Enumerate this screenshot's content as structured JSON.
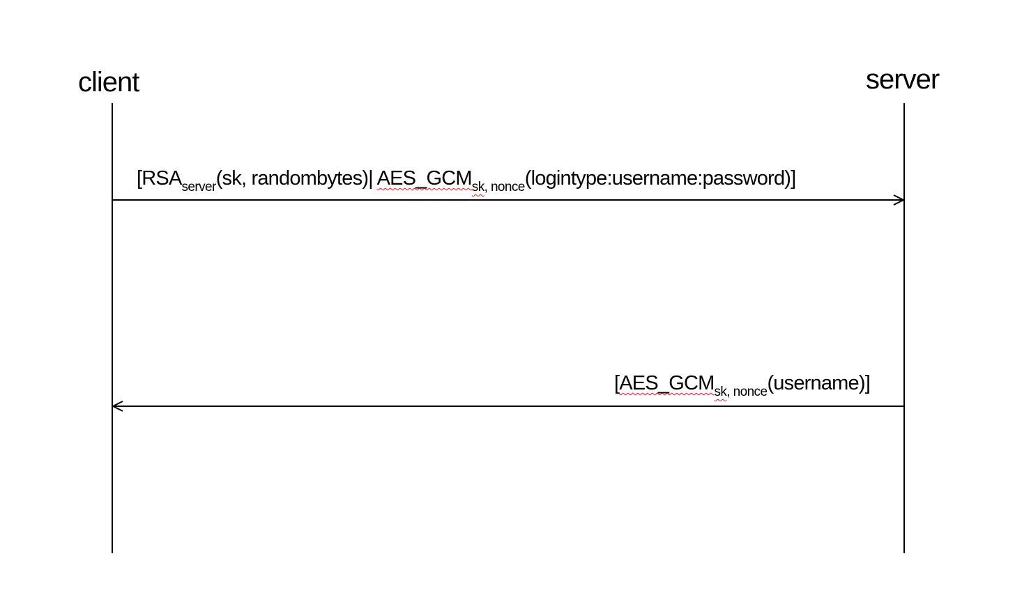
{
  "actors": {
    "client": "client",
    "server": "server"
  },
  "messages": [
    {
      "direction": "client-to-server",
      "open_bracket": "[",
      "rsa": "RSA",
      "rsa_sub": "server",
      "rsa_args": "(sk, randombytes)| ",
      "aes": "AES_GCM",
      "aes_sub_sk": "sk",
      "aes_sub_rest": ", nonce",
      "aes_args": "(logintype:username:password)",
      "close_bracket": "]"
    },
    {
      "direction": "server-to-client",
      "open_bracket": "[",
      "aes": "AES_GCM",
      "aes_sub_sk": "sk",
      "aes_sub_rest": ", nonce",
      "aes_args": "(username)",
      "close_bracket": "]"
    }
  ],
  "colors": {
    "line": "#000000",
    "spellcheck_underline": "#e02020",
    "background": "#ffffff"
  }
}
